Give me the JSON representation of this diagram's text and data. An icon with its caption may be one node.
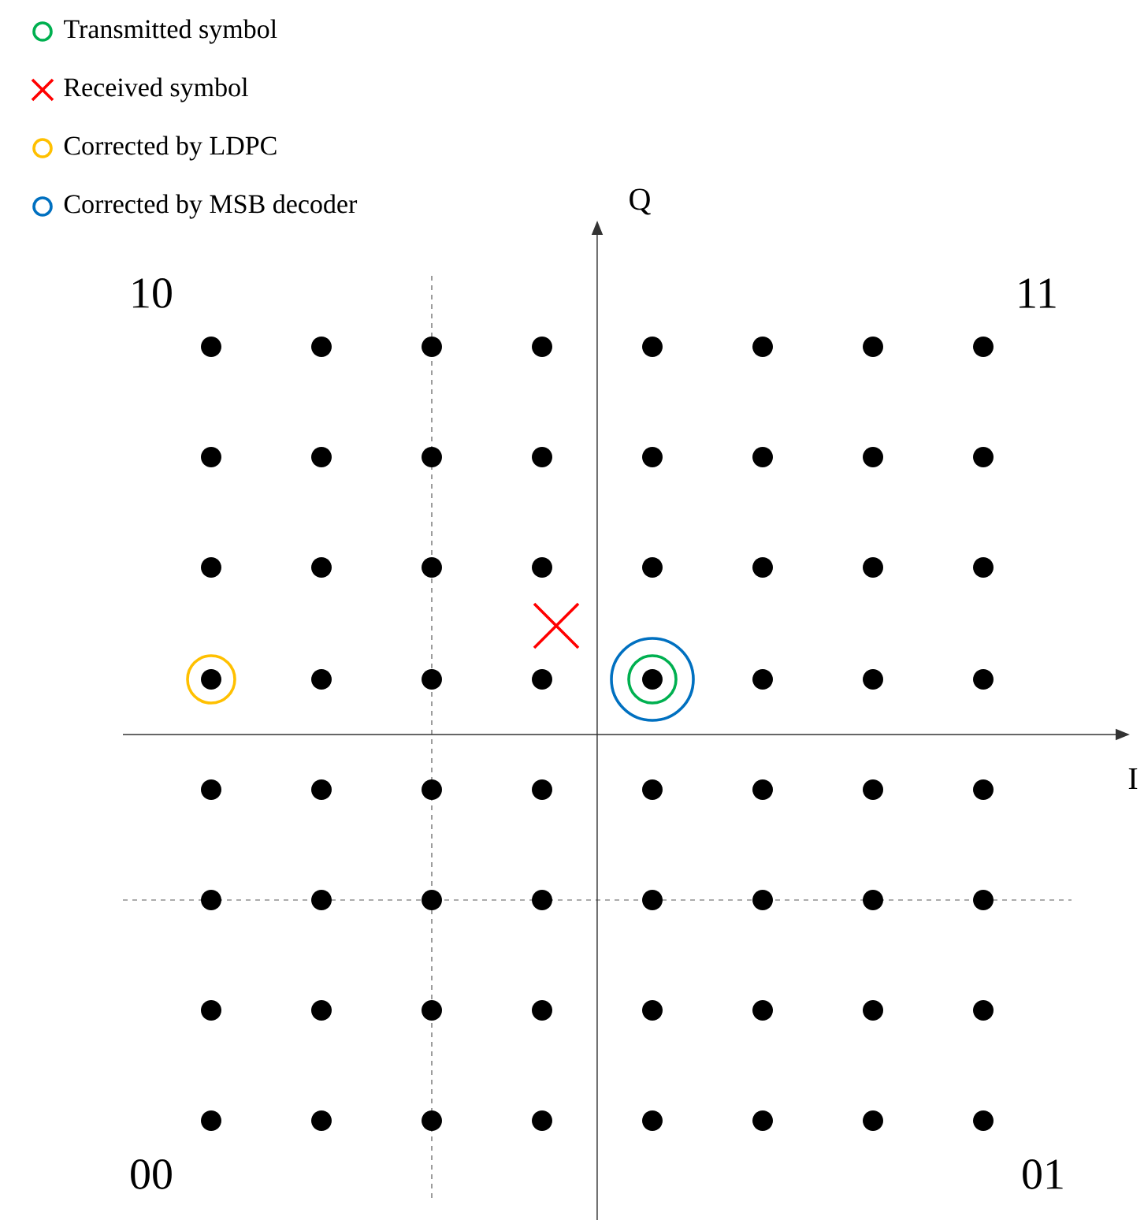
{
  "diagram": {
    "labels": [
      "Q",
      "10",
      "11",
      "I",
      "00",
      "01"
    ],
    "legend": [
      {
        "text": "Transmitted symbol"
      },
      {
        "text": "Received symbol"
      },
      {
        "text": "Corrected by LDPC"
      },
      {
        "text": "Corrected by MSB decoder"
      }
    ]
  }
}
